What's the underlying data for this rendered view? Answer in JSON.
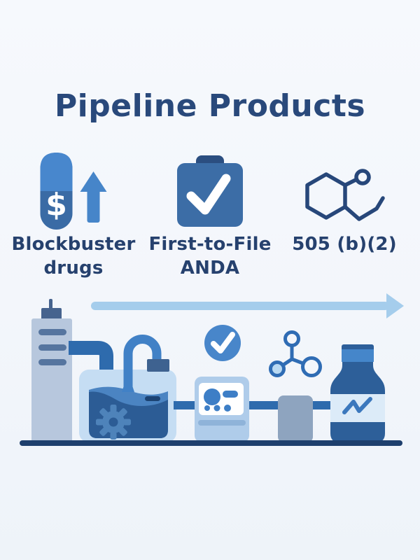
{
  "title": "Pipeline Products",
  "features": [
    {
      "name": "blockbuster-drugs",
      "icon": "capsule-dollar-up-arrow-icon",
      "label": "Blockbuster\ndrugs",
      "capsule_symbol": "$"
    },
    {
      "name": "first-to-file-anda",
      "icon": "clipboard-check-icon",
      "label": "First-to-File\nANDA"
    },
    {
      "name": "505-b-2",
      "icon": "chemical-structure-icon",
      "label": "505 (b)(2)"
    }
  ],
  "pipeline": {
    "icons": [
      "timeline-arrow-icon",
      "distillation-column-icon",
      "pipe-icon",
      "mixing-tank-icon",
      "gear-icon",
      "quality-check-badge-icon",
      "control-panel-icon",
      "molecule-icon",
      "junction-block-icon",
      "medicine-bottle-icon",
      "trend-line-icon"
    ]
  },
  "colors": {
    "background": "#f3f6fb",
    "heading_text": "#29497b",
    "label_text": "#26416e",
    "capsule_top_blue": "#4887cd",
    "capsule_bottom_blue": "#3a6ba5",
    "clipboard_blue": "#3c6da6",
    "clip_navy": "#2b4e80",
    "structure_navy": "#27477a",
    "timeline_arrow_blue": "#a5cdec",
    "tower_gray_blue": "#b7c7dd",
    "pipe_blue": "#2e6bad",
    "tank_pale_blue": "#c5ddf3",
    "liquid_mid_blue": "#4b84c2",
    "liquid_dark_blue": "#2c5c95",
    "badge_blue": "#4886ca",
    "panel_light_blue": "#afccea",
    "panel_item_blue": "#3d7ec6",
    "junction_steel_gray": "#8ea4bf",
    "bottle_navy": "#2d5f99",
    "bottle_cap_blue": "#4586ca",
    "bottle_label_pale": "#dcebf8",
    "floor_navy": "#1e3f6d",
    "white": "#ffffff"
  }
}
